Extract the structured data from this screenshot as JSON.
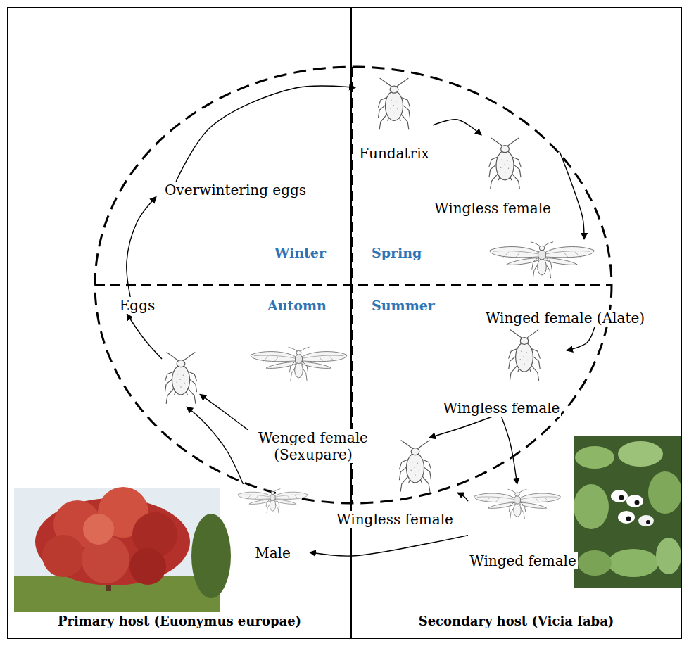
{
  "diagram": {
    "nodes": [
      {
        "text": [
          "Primary host (Euonymus europae)"
        ]
      },
      {
        "text": [
          "Secondary host (Vicia faba)"
        ]
      },
      {
        "text": [
          "Overwintering eggs"
        ],
        "in": 0
      },
      {
        "text": [
          "Fundatrix"
        ],
        "in": 1
      },
      {
        "text": [
          "Wingless female"
        ],
        "in": 1
      },
      {
        "text": [
          "Winged female (Alate)"
        ],
        "in": 1
      },
      {
        "text": [
          "Wingless female"
        ],
        "in": 1
      },
      {
        "text": [
          "Wingless female"
        ],
        "in": 1
      },
      {
        "text": [
          "Winged female"
        ],
        "in": 1
      },
      {
        "text": [
          "Male"
        ],
        "in": 0
      },
      {
        "text": [],
        "in": 0
      },
      {
        "text": [
          "Wenged female (Sexupare)"
        ],
        "in": 0
      },
      {
        "text": [
          "Eggs"
        ],
        "in": 0
      }
    ],
    "edges": [
      {
        "from": 2,
        "to": 3,
        "arrow": "to"
      },
      {
        "from": 3,
        "to": 4,
        "arrow": "to"
      },
      {
        "from": 4,
        "to": 5,
        "arrow": "to"
      },
      {
        "from": 5,
        "to": 6,
        "arrow": "to"
      },
      {
        "from": 6,
        "to": 7,
        "arrow": "to"
      },
      {
        "from": 6,
        "to": 8,
        "arrow": "to"
      },
      {
        "from": 8,
        "to": 7,
        "arrow": "to"
      },
      {
        "from": 8,
        "to": 9,
        "arrow": "to"
      },
      {
        "from": 9,
        "to": 10,
        "arrow": "to"
      },
      {
        "from": 11,
        "to": 10,
        "arrow": "to"
      },
      {
        "from": 10,
        "to": 12,
        "arrow": "to"
      },
      {
        "from": 12,
        "to": 2,
        "arrow": "to"
      }
    ],
    "labels": [
      "Winter",
      "Spring",
      "Automn",
      "Summer"
    ]
  }
}
